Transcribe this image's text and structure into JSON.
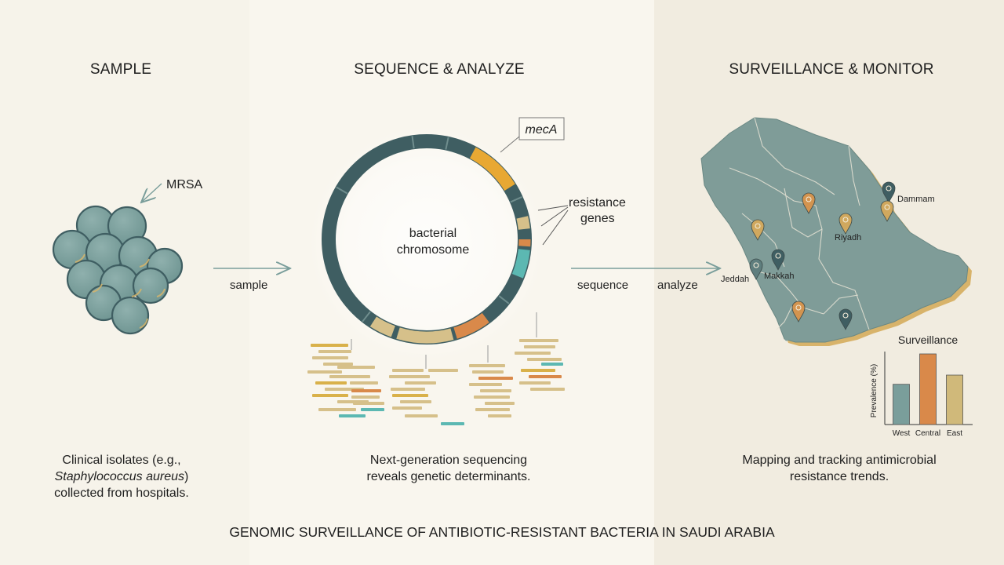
{
  "panels": {
    "sample": {
      "heading": "SAMPLE",
      "mrsa_label": "MRSA",
      "caption_line1": "Clinical isolates (e.g.,",
      "caption_italic": "Staphylococcus aureus",
      "caption_close": ")",
      "caption_line3": "collected from hospitals."
    },
    "sequence": {
      "heading": "SEQUENCE & ANALYZE",
      "gene_label": "mecA",
      "resistance_label_1": "resistance",
      "resistance_label_2": "genes",
      "chromosome_label_1": "bacterial",
      "chromosome_label_2": "chromosome",
      "caption_line1": "Next-generation sequencing",
      "caption_line2": "reveals genetic determinants."
    },
    "surveillance": {
      "heading": "SURVEILLANCE & MONITOR",
      "cities": [
        "Dammam",
        "Riyadh",
        "Jeddah",
        "Makkah"
      ],
      "caption_line1": "Mapping and tracking antimicrobial",
      "caption_line2": "resistance trends."
    }
  },
  "flow": {
    "arrow1_label": "sample",
    "arrow2_label_a": "sequence",
    "arrow2_label_b": "analyze"
  },
  "chart_data": {
    "type": "bar",
    "title": "Surveillance",
    "ylabel": "Prevalence (%)",
    "categories": [
      "West",
      "Central",
      "East"
    ],
    "values": [
      57,
      100,
      70
    ],
    "colors": [
      "#7a9e9b",
      "#d9894a",
      "#d0b97a"
    ]
  },
  "footer": {
    "title": "GENOMIC SURVEILLANCE OF ANTIBIOTIC-RESISTANT BACTERIA IN SAUDI ARABIA"
  },
  "colors": {
    "teal": "#7a9e9b",
    "dark_teal": "#3f5e62",
    "gold": "#e8a833",
    "tan": "#d6c08a",
    "orange": "#d9894a",
    "cyan": "#5cb8b2"
  }
}
